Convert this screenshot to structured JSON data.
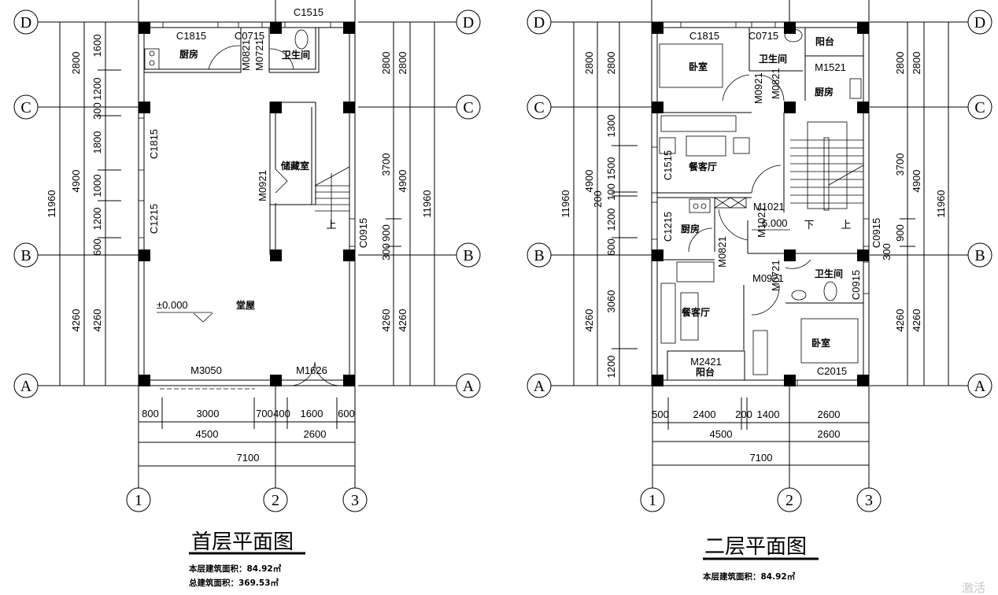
{
  "axes": {
    "rows": [
      "D",
      "C",
      "B",
      "A"
    ],
    "cols": [
      "1",
      "2",
      "3"
    ]
  },
  "plan1": {
    "title": "首层平面图",
    "area_line1": "本层建筑面积：84.92㎡",
    "area_line2": "总建筑面积：369.53㎡",
    "rooms": {
      "kitchen": "厨房",
      "toilet": "卫生间",
      "storage": "储藏室",
      "hall": "堂屋"
    },
    "labels": {
      "c1515": "C1515",
      "c1815_top": "C1815",
      "c0715": "C0715",
      "m0821": "M0821",
      "m0721": "M0721",
      "c1815_side": "C1815",
      "c1215": "C1215",
      "m0921": "M0921",
      "c0915": "C0915",
      "elevation": "±0.000",
      "m3050": "M3050",
      "m1626": "M1626",
      "stair_up": "上"
    },
    "left_dims": {
      "total": "11960",
      "d4900": "4900",
      "d2800": "2800",
      "d4260": "4260",
      "d1600": "1600",
      "d1200a": "1200",
      "d300": "300",
      "d1800": "1800",
      "d1000": "1000",
      "d1200b": "1200",
      "d600": "600",
      "d4260b": "4260"
    },
    "right_dims": {
      "total": "11960",
      "d2800a": "2800",
      "d2800b": "2800",
      "d3700": "3700",
      "d4900": "4900",
      "d900": "900",
      "d300": "300",
      "d4260a": "4260",
      "d4260b": "4260"
    },
    "bottom_dims": {
      "row1": [
        "800",
        "3000",
        "700",
        "400",
        "1600",
        "600"
      ],
      "row2": [
        "4500",
        "2600"
      ],
      "row3": "7100"
    }
  },
  "plan2": {
    "title": "二层平面图",
    "area_line1": "本层建筑面积：84.92㎡",
    "rooms": {
      "bedroom1": "卧室",
      "toilet1": "卫生间",
      "balcony1": "阳台",
      "kitchen1": "厨房",
      "living1": "餐客厅",
      "kitchen2": "厨房",
      "toilet2": "卫生间",
      "living2": "餐客厅",
      "bedroom2": "卧室",
      "balcony2": "阳台"
    },
    "labels": {
      "c1815": "C1815",
      "c0715": "C0715",
      "m1521": "M1521",
      "m0921a": "M0921",
      "m0821a": "M0821",
      "c1515": "C1515",
      "c1215": "C1215",
      "m0821b": "M0821",
      "m1021a": "M1021",
      "m1021b": "M1021",
      "elevation": "6.000",
      "c0915a": "C0915",
      "m0921b": "M0921",
      "m0721": "M0721",
      "c0915b": "C0915",
      "m2421": "M2421",
      "c2015": "C2015",
      "stair_down": "下",
      "stair_up": "上"
    },
    "left_dims": {
      "total": "11960",
      "d4900": "4900",
      "d2800a": "2800",
      "d2800b": "2800",
      "d1300": "1300",
      "d1500": "1500",
      "d100": "100",
      "d200": "200",
      "d1200a": "1200",
      "d600": "600",
      "d4260": "4260",
      "d3060": "3060",
      "d1200b": "1200"
    },
    "right_dims": {
      "total": "11960",
      "d2800a": "2800",
      "d2800b": "2800",
      "d3700": "3700",
      "d4900": "4900",
      "d900": "900",
      "d300": "300",
      "d4260a": "4260",
      "d4260b": "4260"
    },
    "bottom_dims": {
      "row1": [
        "500",
        "2400",
        "200",
        "1400",
        "2600"
      ],
      "row2": [
        "4500",
        "2600"
      ],
      "row3": "7100"
    }
  },
  "watermark": "激活"
}
